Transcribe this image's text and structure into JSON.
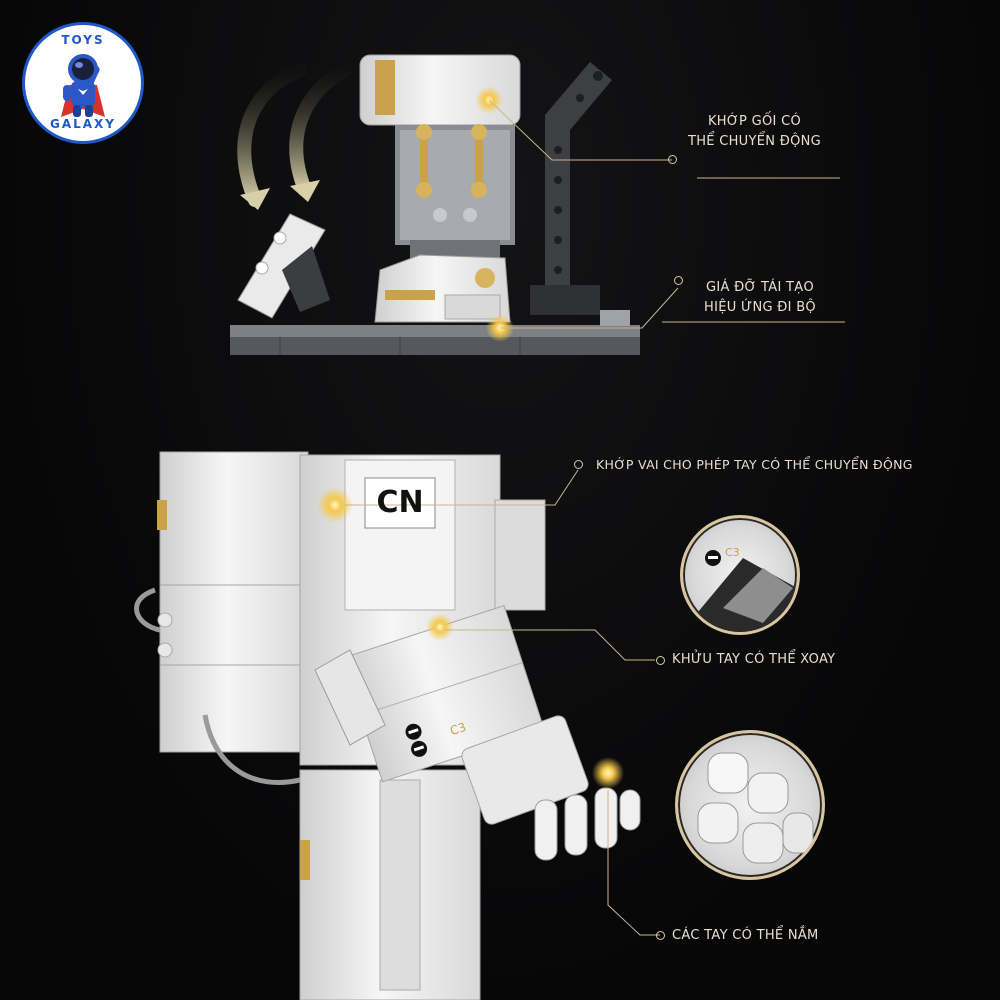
{
  "logo": {
    "top_text": "TOYS",
    "bottom_text": "GALAXY",
    "icon": "astronaut-mascot-icon",
    "colors": {
      "ring": "#1f58c7",
      "cape": "#d8322c"
    }
  },
  "callouts": {
    "knee": {
      "line1": "KHỚP GỐI CÓ",
      "line2": "THỂ CHUYỂN ĐỘNG"
    },
    "stand": {
      "line1": "GIÁ ĐỠ TÁI TẠO",
      "line2": "HIỆU ỨNG ĐI BỘ"
    },
    "shoulder": {
      "text": "KHỚP VAI CHO PHÉP TAY CÓ THỂ CHUYỂN ĐỘNG"
    },
    "elbow": {
      "text": "KHỬU TAY CÓ THỂ XOAY"
    },
    "hand": {
      "text": "CÁC TAY CÓ THỂ NẮM"
    }
  },
  "chest_badge": "CN",
  "part_code": "C3",
  "colors": {
    "background": "#0a0a0b",
    "label_text": "#e8e0cf",
    "callout_line": "#c9b58a",
    "highlight_glow": "#f5c84a",
    "brick_white": "#eeeeee",
    "brick_gray": "#8a8d92",
    "gold": "#c9a24a"
  }
}
